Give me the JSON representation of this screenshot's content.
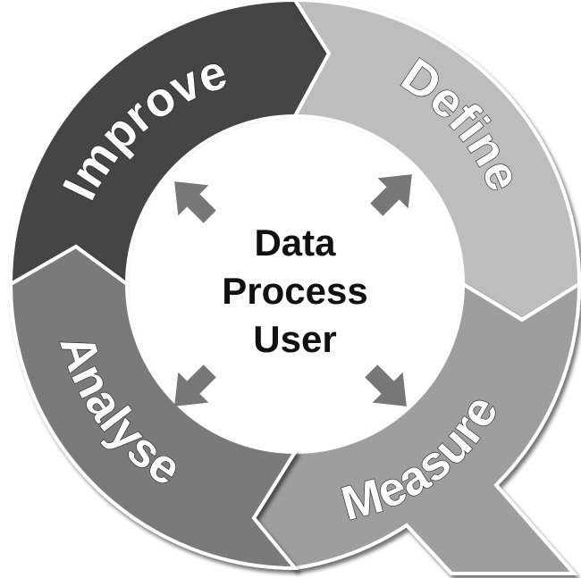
{
  "center": {
    "lines": [
      "Data",
      "Process",
      "User"
    ]
  },
  "segments": [
    {
      "label": "Define",
      "color": "#bdbdbd"
    },
    {
      "label": "Measure",
      "color": "#9e9e9e"
    },
    {
      "label": "Analyse",
      "color": "#7a7a7a"
    },
    {
      "label": "Improve",
      "color": "#444444"
    }
  ],
  "arrow_color": "#777777"
}
